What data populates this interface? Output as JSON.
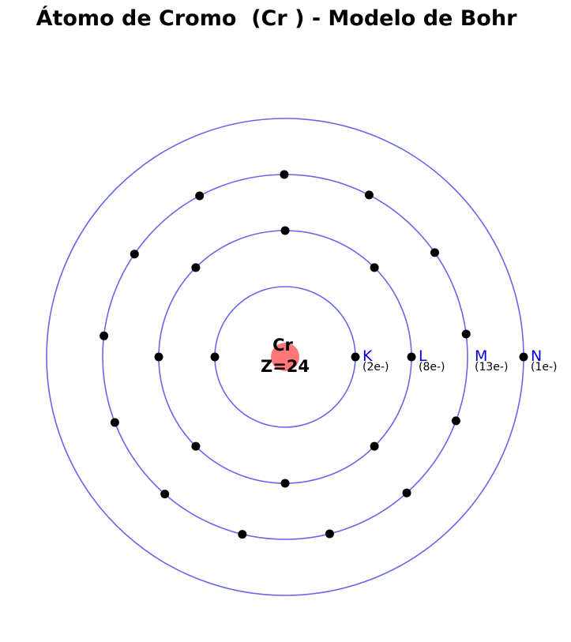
{
  "title": "Átomo de Cromo  (Cr ) - Modelo de Bohr",
  "nucleus": {
    "symbol": "Cr",
    "atomic_number_label": "Z=24",
    "color": "#ff7777"
  },
  "colors": {
    "orbit": "#6666ee",
    "shell_label": "#0000dd",
    "electron": "#000000"
  },
  "shells": [
    {
      "name": "K",
      "count_label": "(2e-)",
      "electrons": 2
    },
    {
      "name": "L",
      "count_label": "(8e-)",
      "electrons": 8
    },
    {
      "name": "M",
      "count_label": "(13e-)",
      "electrons": 13
    },
    {
      "name": "N",
      "count_label": "(1e-)",
      "electrons": 1
    }
  ]
}
